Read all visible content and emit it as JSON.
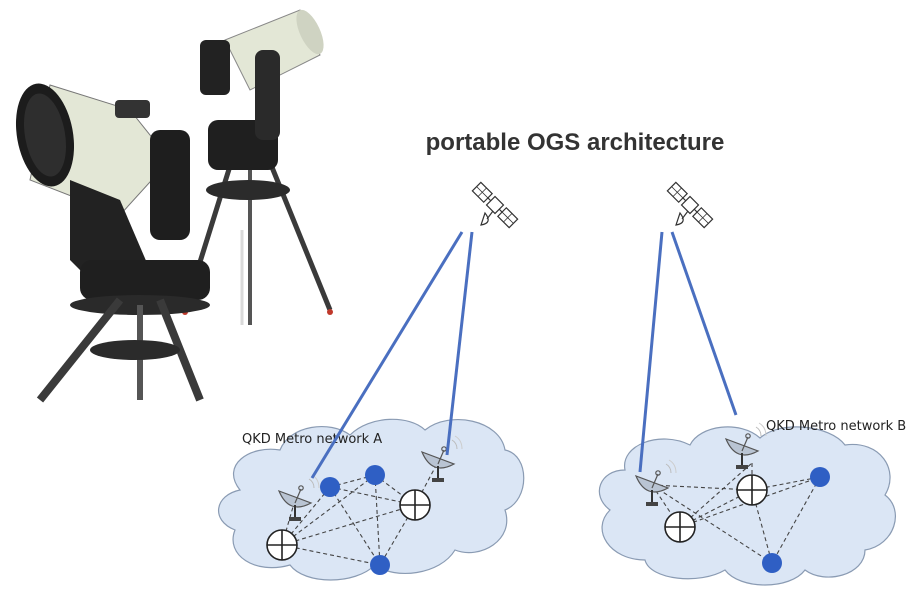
{
  "title": "portable OGS architecture",
  "network_a": {
    "label": "QKD Metro network A"
  },
  "network_b": {
    "label": "QKD Metro network B"
  },
  "colors": {
    "cloud_fill": "#dbe6f5",
    "cloud_stroke": "#8a9bb3",
    "link": "#4a6fc0",
    "node": "#2f5fc4",
    "telescope_tube": "#e3e7d6"
  },
  "icons": [
    "satellite-icon",
    "ground-station-dish-icon",
    "trusted-node-icon",
    "telescope-photo"
  ]
}
